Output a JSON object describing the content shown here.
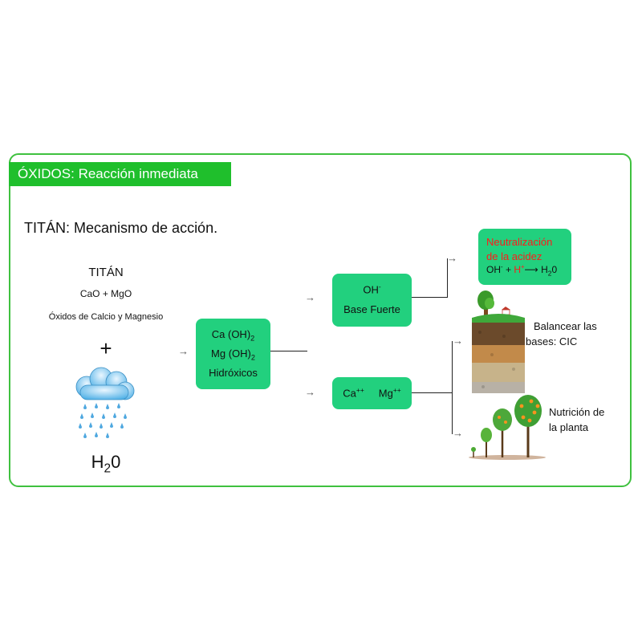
{
  "header": {
    "title": "ÓXIDOS: Reacción inmediata"
  },
  "subtitle": "TITÁN: Mecanismo de acción.",
  "reactants": {
    "product_name": "TITÁN",
    "formula": "CaO + MgO",
    "description": "Óxidos de Calcio y Magnesio",
    "plus": "+",
    "water": {
      "symbol": "H",
      "subscript": "2",
      "rest": "0"
    }
  },
  "hydroxides_box": {
    "line1": {
      "text": "Ca (OH)",
      "sub": "2"
    },
    "line2": {
      "text": "Mg (OH)",
      "sub": "2"
    },
    "line3": "Hidróxicos"
  },
  "base_box": {
    "ion": "OH",
    "ion_sup": "-",
    "label": "Base Fuerte"
  },
  "cations_box": {
    "ca": "Ca",
    "ca_sup": "++",
    "mg": "Mg",
    "mg_sup": "++"
  },
  "neutralization_box": {
    "title_line1": "Neutralización",
    "title_line2": "de la acidez",
    "eq_oh": "OH",
    "eq_oh_sup": "-",
    "eq_plus": "+",
    "eq_h": "H",
    "eq_h_sup": "+",
    "eq_arrow": "⟶",
    "eq_product_h": "H",
    "eq_product_sub": "2",
    "eq_product_rest": "0"
  },
  "outcomes": {
    "cic_line1": "Balancear las",
    "cic_line2": "bases: CIC",
    "nutrition_line1": "Nutrición de",
    "nutrition_line2": "la planta"
  },
  "arrow_glyph": "→",
  "colors": {
    "frame_border": "#3fc13f",
    "header_bg": "#1fbf2c",
    "box_bg": "#22d07e",
    "highlight_red": "#ff1a1a"
  },
  "icons": [
    "rain-cloud-icon",
    "soil-layers-icon",
    "growing-trees-icon"
  ]
}
